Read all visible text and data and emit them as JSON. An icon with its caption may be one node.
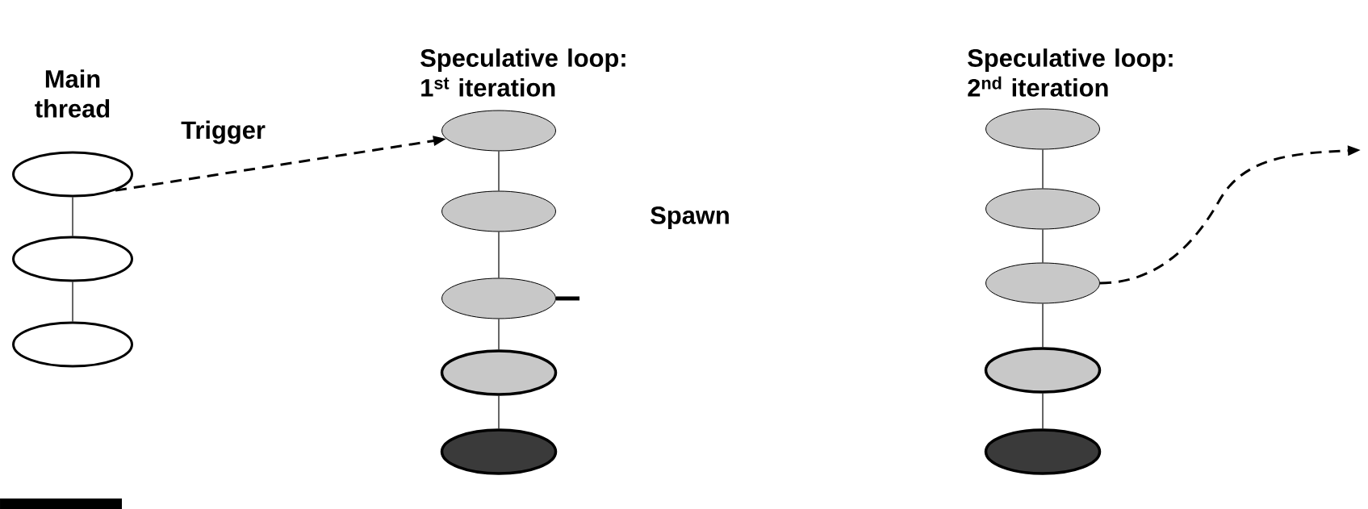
{
  "diagram": {
    "nodes": [
      {
        "text": [],
        "shape": "ellipse"
      },
      {
        "text": [],
        "shape": "ellipse"
      },
      {
        "text": [],
        "shape": "ellipse"
      },
      {
        "text": [],
        "shape": "ellipse"
      },
      {
        "text": [],
        "shape": "ellipse"
      },
      {
        "text": [],
        "shape": "ellipse"
      },
      {
        "text": [],
        "shape": "ellipse"
      },
      {
        "text": [],
        "shape": "ellipse"
      },
      {
        "text": [],
        "shape": "ellipse"
      },
      {
        "text": [],
        "shape": "ellipse"
      },
      {
        "text": [],
        "shape": "ellipse"
      },
      {
        "text": [],
        "shape": "ellipse"
      },
      {
        "text": [],
        "shape": "ellipse"
      }
    ],
    "edges": [
      {
        "from": 0,
        "to": 1,
        "arrow": "none"
      },
      {
        "from": 1,
        "to": 2,
        "arrow": "none"
      },
      {
        "from": 3,
        "to": 4,
        "arrow": "none"
      },
      {
        "from": 4,
        "to": 5,
        "arrow": "none"
      },
      {
        "from": 5,
        "to": 6,
        "arrow": "none"
      },
      {
        "from": 6,
        "to": 7,
        "arrow": "none"
      },
      {
        "from": 8,
        "to": 9,
        "arrow": "none"
      },
      {
        "from": 9,
        "to": 10,
        "arrow": "none"
      },
      {
        "from": 10,
        "to": 11,
        "arrow": "none"
      },
      {
        "from": 11,
        "to": 12,
        "arrow": "none"
      },
      {
        "from": 0,
        "to": 3,
        "arrow": "to",
        "style": "dashed",
        "label": "Trigger"
      },
      {
        "from": 5,
        "to": null,
        "arrow": "none",
        "style": "thick",
        "label": "Spawn"
      },
      {
        "from": 10,
        "to": null,
        "arrow": "to",
        "style": "dashed"
      }
    ],
    "labels": [
      "Main thread",
      "Speculative loop: 1$^{st}$ iteration",
      "Speculative loop: 2$^{nd}$ iteration"
    ]
  }
}
